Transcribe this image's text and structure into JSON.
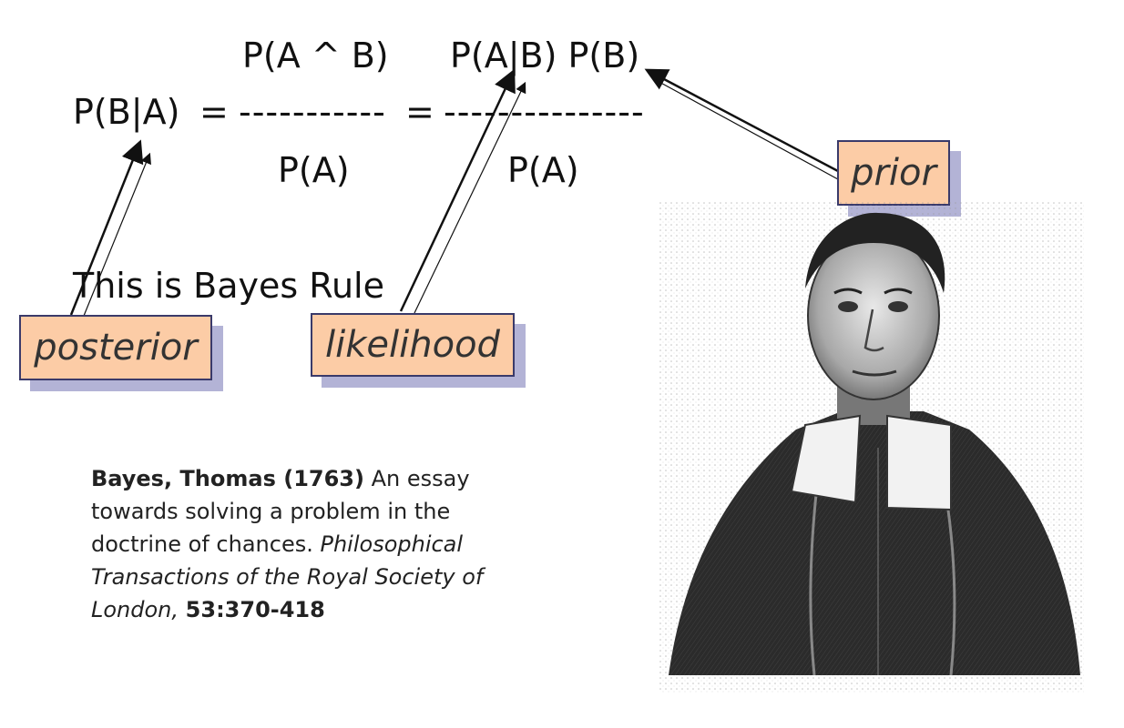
{
  "formula": {
    "lhs": "P(B|A)",
    "eq": "=",
    "numerator_1": "P(A ^ B)",
    "numerator_2": "P(A|B) P(B)",
    "fraction_line_1": "-----------",
    "fraction_line_2": "---------------",
    "denominator_1": "P(A)",
    "denominator_2": "P(A)"
  },
  "rule_text": "This is Bayes Rule",
  "labels": {
    "posterior": "posterior",
    "likelihood": "likelihood",
    "prior": "prior"
  },
  "citation": {
    "author_year": "Bayes, Thomas (1763)",
    "title": "An essay towards solving a problem in the doctrine of chances.",
    "journal": "Philosophical Transactions of the Royal Society of London,",
    "pages": "53:370-418"
  },
  "colors": {
    "label_fill": "#fccca6",
    "label_border": "#3a3a6a",
    "label_shadow": "#b3b3d6"
  },
  "icons": {
    "portrait": "thomas-bayes-engraving"
  }
}
